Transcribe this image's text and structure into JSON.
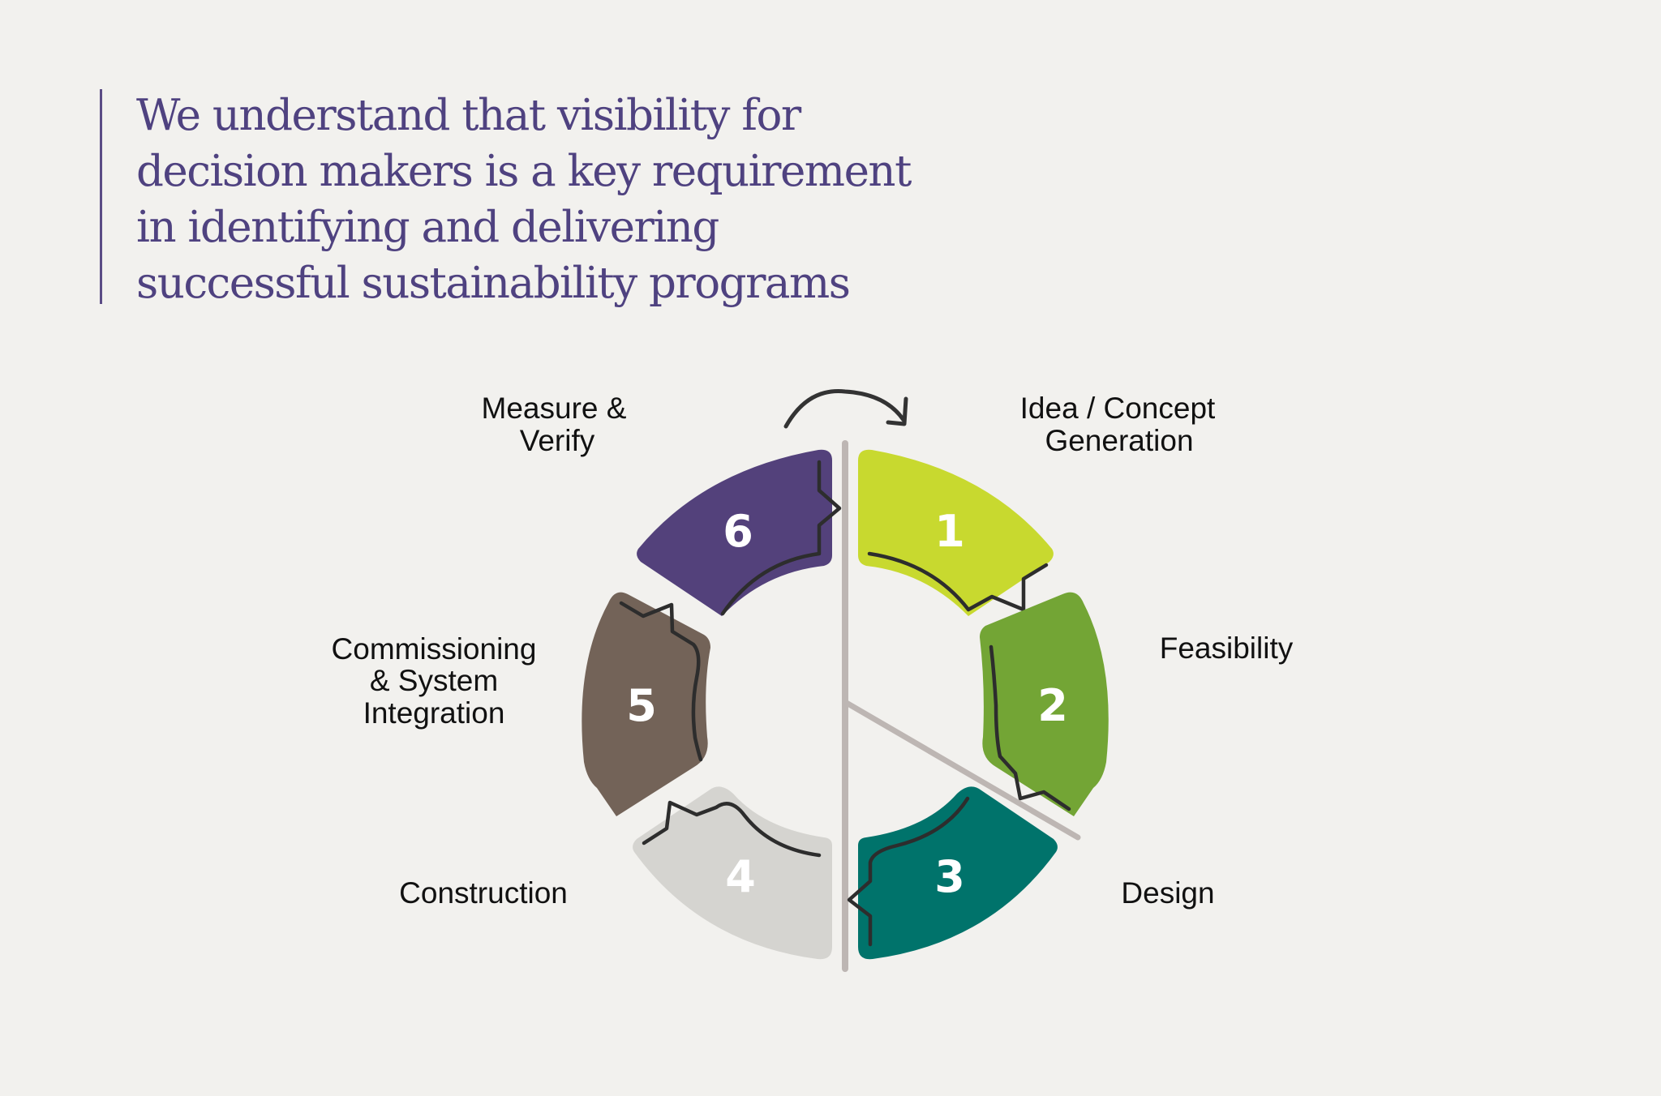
{
  "quote": {
    "lines": [
      "We understand that visibility for",
      "decision makers is a key requirement",
      "in identifying and delivering",
      "successful sustainability programs"
    ]
  },
  "cycle": {
    "stages": [
      {
        "number": "1",
        "label_lines": [
          "Idea / Concept",
          "Generation"
        ],
        "color": "#c8d92f"
      },
      {
        "number": "2",
        "label_lines": [
          "Feasibility"
        ],
        "color": "#73a535"
      },
      {
        "number": "3",
        "label_lines": [
          "Design"
        ],
        "color": "#00736b"
      },
      {
        "number": "4",
        "label_lines": [
          "Construction"
        ],
        "color": "#d5d4d0"
      },
      {
        "number": "5",
        "label_lines": [
          "Commissioning",
          "& System",
          "Integration"
        ],
        "color": "#736358"
      },
      {
        "number": "6",
        "label_lines": [
          "Measure &",
          "Verify"
        ],
        "color": "#53417b"
      }
    ],
    "arrow_icon": "clockwise-arrow-icon"
  }
}
